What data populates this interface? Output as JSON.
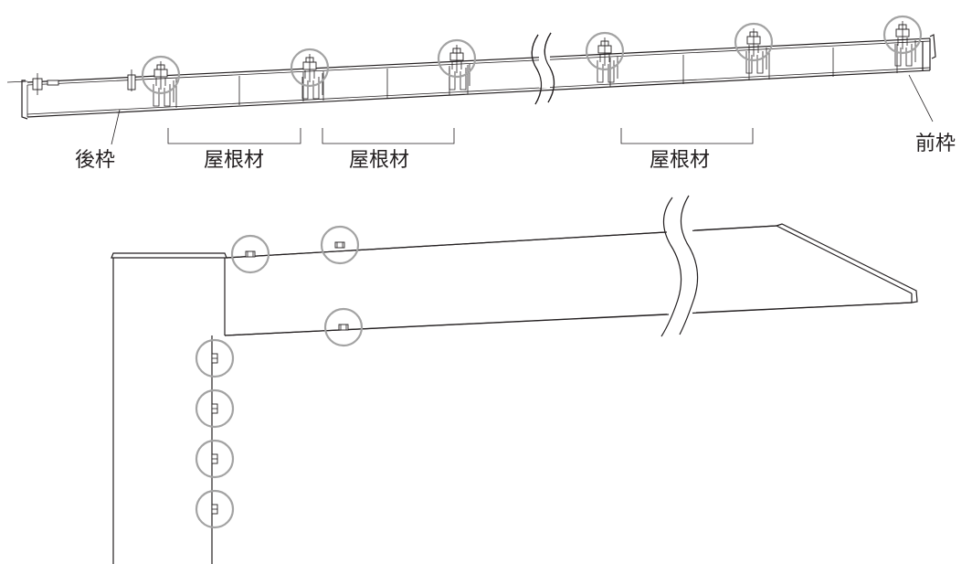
{
  "labels": {
    "rear_frame": "後枠",
    "front_frame": "前枠",
    "roof_material": "屋根材"
  },
  "colors": {
    "line": "#231f20",
    "highlight_circle": "#a3a3a3",
    "background": "#ffffff"
  }
}
